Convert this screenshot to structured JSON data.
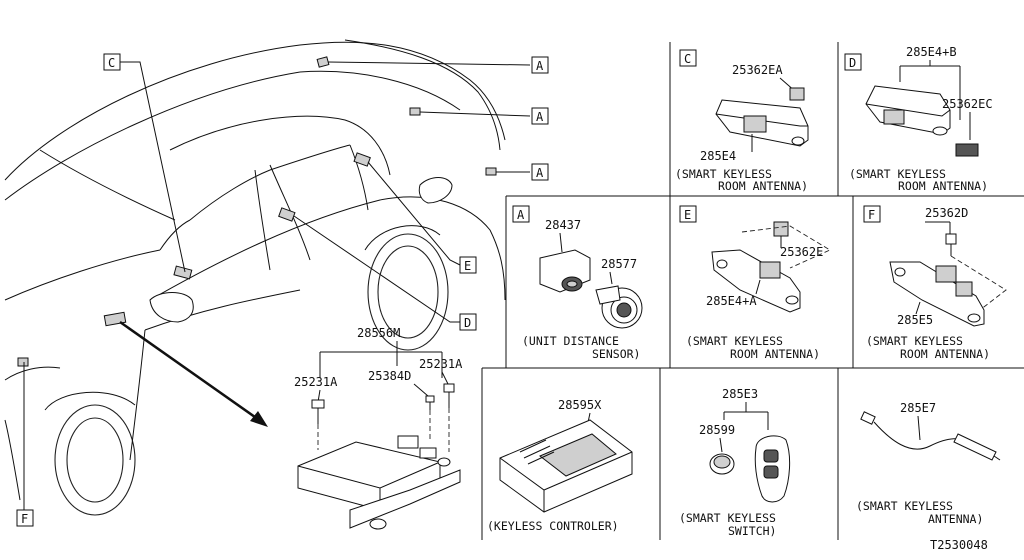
{
  "callouts": {
    "a": "A",
    "c": "C",
    "d": "D",
    "e": "E",
    "f": "F"
  },
  "panel_c": {
    "letter": "C",
    "parts": [
      "25362EA",
      "285E4"
    ],
    "caption_1": "(SMART KEYLESS",
    "caption_2": "ROOM ANTENNA)"
  },
  "panel_d": {
    "letter": "D",
    "parts": [
      "285E4+B",
      "25362EC"
    ],
    "caption_1": "(SMART KEYLESS",
    "caption_2": "ROOM ANTENNA)"
  },
  "panel_a": {
    "letter": "A",
    "parts": [
      "28437",
      "28577"
    ],
    "caption_1": "(UNIT DISTANCE",
    "caption_2": "SENSOR)"
  },
  "panel_e": {
    "letter": "E",
    "parts": [
      "25362E",
      "285E4+A"
    ],
    "caption_1": "(SMART KEYLESS",
    "caption_2": "ROOM ANTENNA)"
  },
  "panel_f": {
    "letter": "F",
    "parts": [
      "25362D",
      "285E5"
    ],
    "caption_1": "(SMART KEYLESS",
    "caption_2": "ROOM ANTENNA)"
  },
  "controller_assy": {
    "parts": [
      "28556M",
      "25231A",
      "25384D",
      "25231A"
    ]
  },
  "panel_keyless_controller": {
    "parts": [
      "28595X"
    ],
    "caption_1": "(KEYLESS CONTROLER)"
  },
  "panel_switch": {
    "parts": [
      "285E3",
      "28599"
    ],
    "caption_1": "(SMART KEYLESS",
    "caption_2": "SWITCH)"
  },
  "panel_antenna": {
    "parts": [
      "285E7"
    ],
    "caption_1": "(SMART KEYLESS",
    "caption_2": "ANTENNA)"
  },
  "figure_id": "T2530048"
}
